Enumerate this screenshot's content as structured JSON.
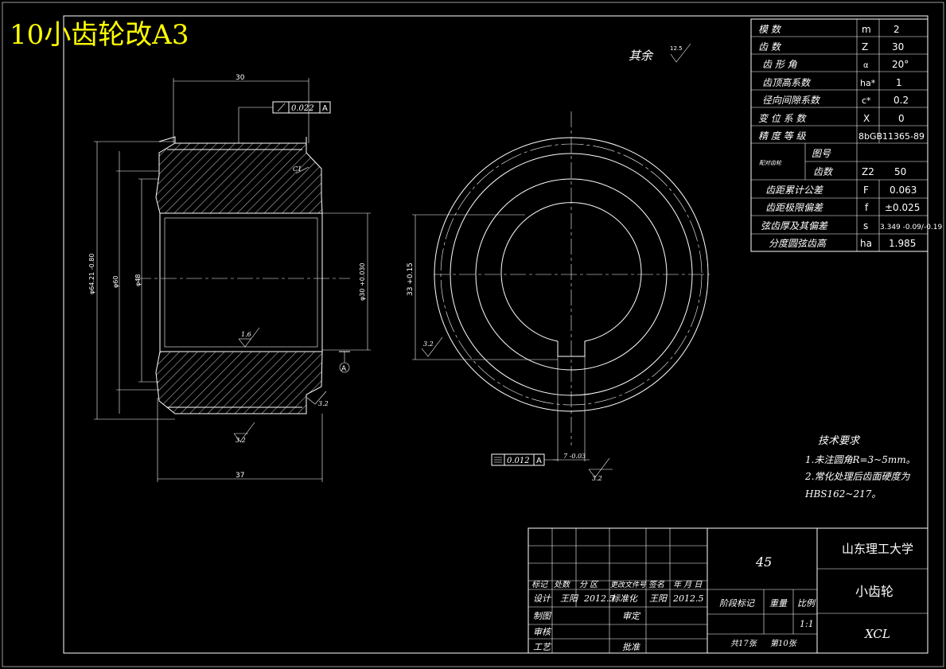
{
  "title": "10小齿轮改A3",
  "roughness": {
    "other_label": "其余",
    "other_value": "12.5",
    "bore": "1.6",
    "bottom": "3.2",
    "keyway_wall": "3.2",
    "keyway_bottom": "3.2",
    "face": "3.2"
  },
  "tolerances": {
    "runout_value": "0.022",
    "runout_datum": "A",
    "symmetry_value": "0.012",
    "symmetry_datum": "A",
    "datum_label": "A"
  },
  "dimensions": {
    "width_top": "30",
    "width_bottom": "37",
    "tip_diameter": "φ64.21 -0.80",
    "d60": "φ60",
    "d48": "φ48",
    "bore_dim": "φ30 +0.030",
    "keyway_depth": "33 +0.15",
    "keyway_width": "7 -0.03",
    "chamfer": "C1"
  },
  "params": [
    {
      "name": "模    数",
      "sym": "m",
      "val": "2"
    },
    {
      "name": "齿    数",
      "sym": "Z",
      "val": "30"
    },
    {
      "name": "齿  形  角",
      "sym": "α",
      "val": "20°"
    },
    {
      "name": "齿顶高系数",
      "sym": "ha*",
      "val": "1"
    },
    {
      "name": "径向间隙系数",
      "sym": "c*",
      "val": "0.2"
    },
    {
      "name": "变 位 系 数",
      "sym": "X",
      "val": "0"
    },
    {
      "name": "精 度 等 级",
      "sym": "",
      "val": "8bGB11365-89"
    }
  ],
  "mate": {
    "label": "配对齿轮",
    "drawing_no": "图号",
    "teeth": "齿数",
    "sym": "Z2",
    "val": "50"
  },
  "params2": [
    {
      "name": "齿距累计公差",
      "sym": "F",
      "val": "0.063"
    },
    {
      "name": "齿距极限偏差",
      "sym": "f",
      "val": "±0.025"
    },
    {
      "name": "弦齿厚及其偏差",
      "sym": "s",
      "val": "3.349 -0.09/-0.19"
    },
    {
      "name": "分度圆弦齿高",
      "sym": "ha",
      "val": "1.985"
    }
  ],
  "tech": {
    "heading": "技术要求",
    "line1": "1.未注圆角R=3~5mm。",
    "line2": "2.常化处理后齿面硬度为",
    "line3": "HBS162~217。"
  },
  "title_block": {
    "material": "45",
    "school": "山东理工大学",
    "part_name": "小齿轮",
    "code": "XCL",
    "scale": "1:1",
    "h_mark": "标记",
    "h_count": "处数",
    "h_zone": "分 区",
    "h_doc": "更改文件号",
    "h_sign": "签名",
    "h_date": "年 月 日",
    "r_design": "设计",
    "designer": "王阳",
    "design_date": "2012.5",
    "r_std": "标准化",
    "std_person": "王阳",
    "std_date": "2012.5",
    "r_draw": "制图",
    "r_review": "审核",
    "r_process": "工艺",
    "r_check": "审定",
    "r_approve": "批准",
    "stage_mark": "阶段标记",
    "weight": "重量",
    "ratio": "比例",
    "sheets_total": "共17张",
    "sheet_no": "第10张"
  }
}
